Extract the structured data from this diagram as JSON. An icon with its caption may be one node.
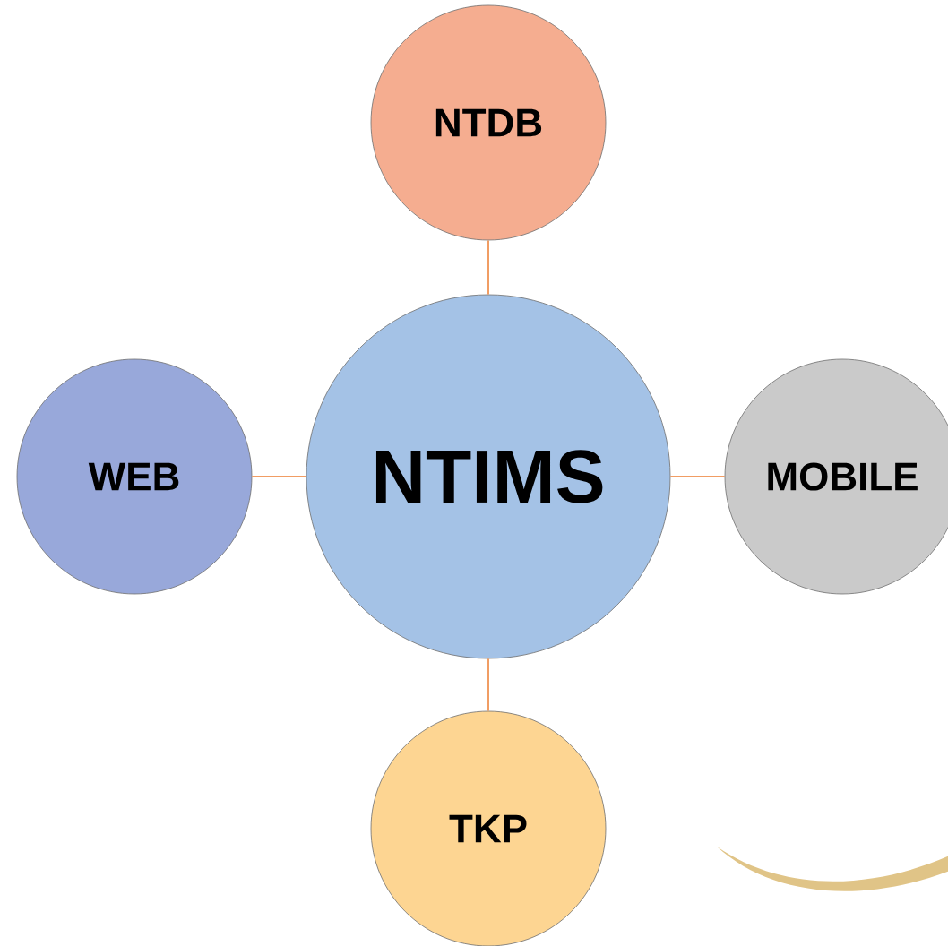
{
  "diagram": {
    "nodes": [
      {
        "text": [
          "NTDB"
        ]
      },
      {
        "text": [
          "WEB"
        ]
      },
      {
        "text": [
          "NTIMS"
        ]
      },
      {
        "text": [
          "MOBILE"
        ]
      },
      {
        "text": [
          "TKP"
        ]
      }
    ],
    "edges": [
      {
        "from": 2,
        "to": 0,
        "arrow": "none"
      },
      {
        "from": 2,
        "to": 1,
        "arrow": "none"
      },
      {
        "from": 2,
        "to": 3,
        "arrow": "none"
      },
      {
        "from": 2,
        "to": 4,
        "arrow": "none"
      }
    ]
  }
}
